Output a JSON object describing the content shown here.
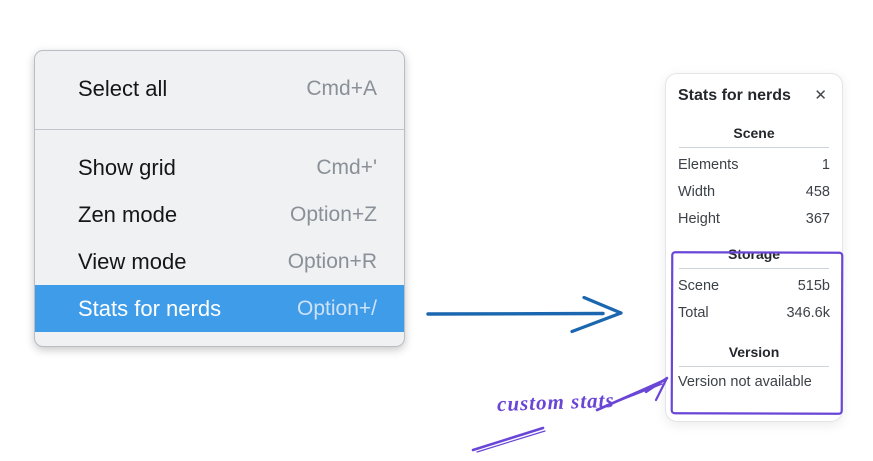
{
  "menu": {
    "sections": [
      {
        "items": [
          {
            "label": "Select all",
            "shortcut": "Cmd+A",
            "highlighted": false
          }
        ]
      },
      {
        "items": [
          {
            "label": "Show grid",
            "shortcut": "Cmd+'",
            "highlighted": false
          },
          {
            "label": "Zen mode",
            "shortcut": "Option+Z",
            "highlighted": false
          },
          {
            "label": "View mode",
            "shortcut": "Option+R",
            "highlighted": false
          },
          {
            "label": "Stats for nerds",
            "shortcut": "Option+/",
            "highlighted": true
          }
        ]
      }
    ]
  },
  "stats_panel": {
    "title": "Stats for nerds",
    "close_icon": "✕",
    "sections": [
      {
        "header": "Scene",
        "rows": [
          {
            "label": "Elements",
            "value": "1"
          },
          {
            "label": "Width",
            "value": "458"
          },
          {
            "label": "Height",
            "value": "367"
          }
        ]
      },
      {
        "header": "Storage",
        "rows": [
          {
            "label": "Scene",
            "value": "515b"
          },
          {
            "label": "Total",
            "value": "346.6k"
          }
        ]
      },
      {
        "header": "Version",
        "note": "Version not available"
      }
    ]
  },
  "annotations": {
    "custom_stats_label": "custom stats"
  },
  "colors": {
    "menu_highlight": "#3f9ce8",
    "menu_highlight_shortcut": "#cde2f8",
    "blue_arrow": "#1b67af",
    "purple": "#6a46d6"
  }
}
